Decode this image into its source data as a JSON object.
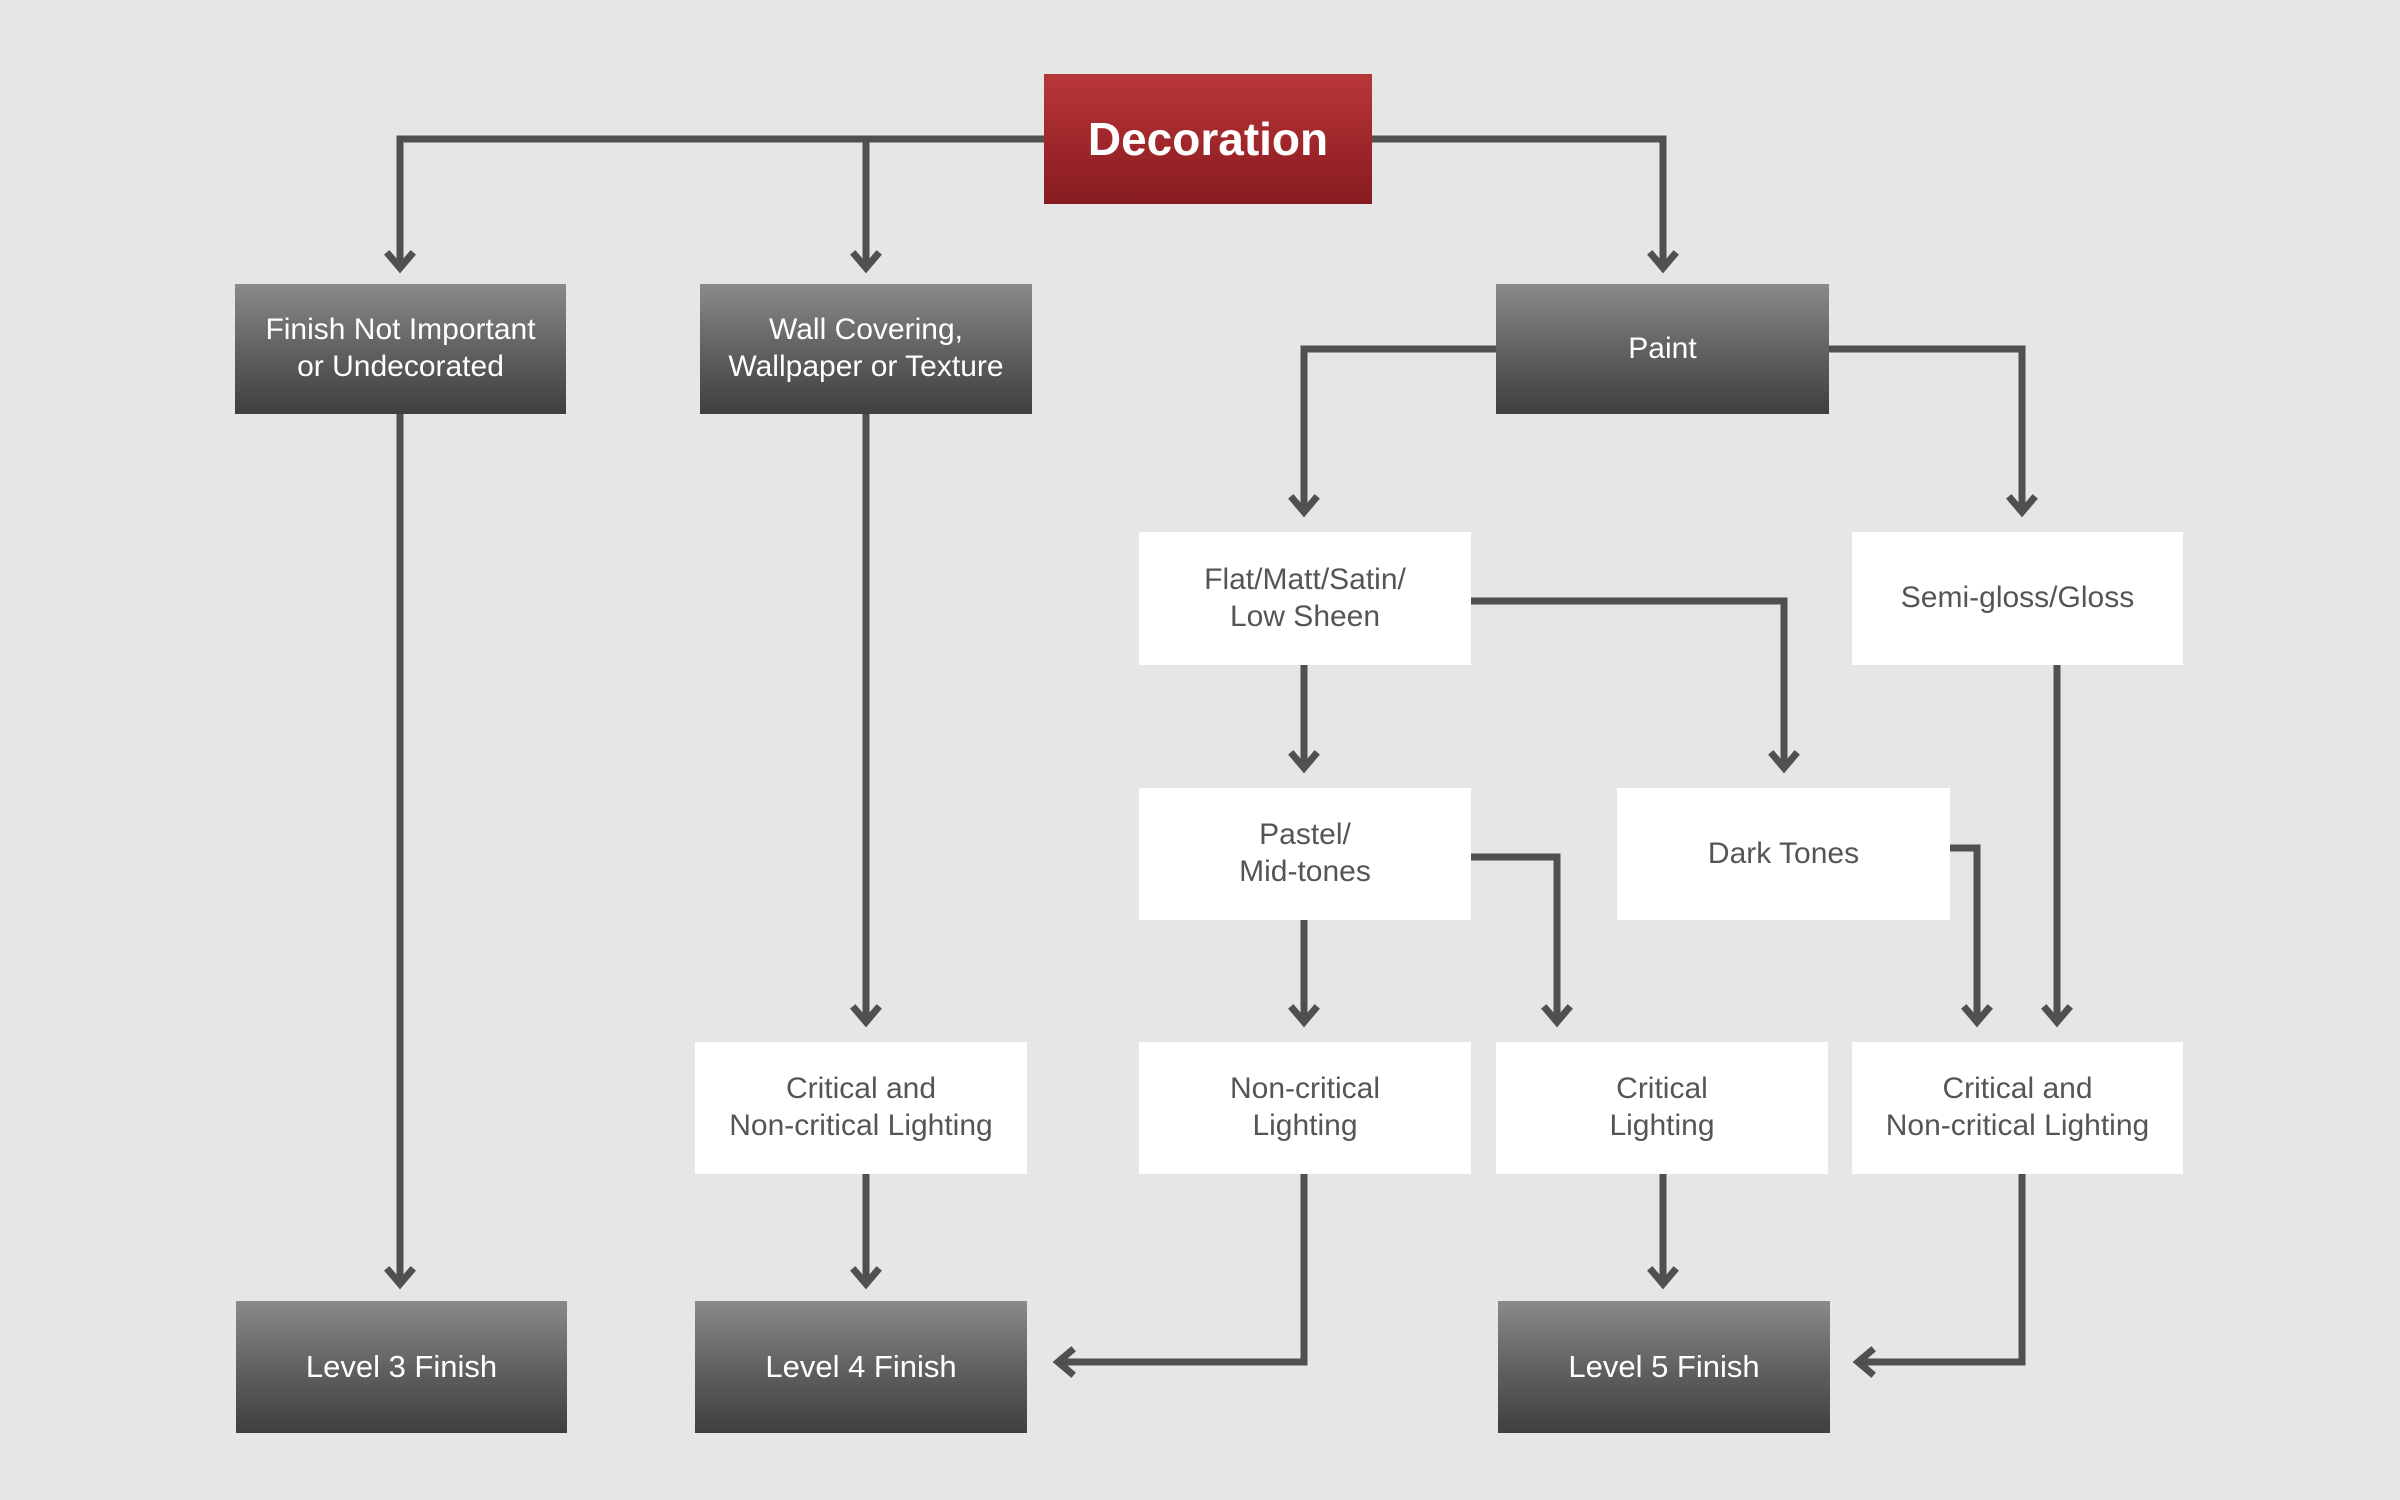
{
  "colors": {
    "background": "#e6e6e6",
    "root_fill": "#9f262a",
    "dark_fill": "#5e5e5e",
    "light_fill": "#ffffff",
    "dark_text": "#ffffff",
    "light_text": "#555555",
    "connector": "#505050"
  },
  "nodes": {
    "decoration": "Decoration",
    "finish_not_important": "Finish Not Important\nor Undecorated",
    "wall_covering": "Wall Covering,\nWallpaper or Texture",
    "paint": "Paint",
    "flat_matt": "Flat/Matt/Satin/\nLow Sheen",
    "semi_gloss": "Semi-gloss/Gloss",
    "pastel": "Pastel/\nMid-tones",
    "dark_tones": "Dark Tones",
    "wall_lighting": "Critical and\nNon-critical Lighting",
    "non_critical": "Non-critical\nLighting",
    "critical": "Critical\nLighting",
    "gloss_lighting": "Critical and\nNon-critical Lighting",
    "level3": "Level 3 Finish",
    "level4": "Level 4 Finish",
    "level5": "Level 5 Finish"
  },
  "connections": [
    {
      "from": "Decoration",
      "to": "Finish Not Important or Undecorated"
    },
    {
      "from": "Decoration",
      "to": "Wall Covering, Wallpaper or Texture"
    },
    {
      "from": "Decoration",
      "to": "Paint"
    },
    {
      "from": "Finish Not Important or Undecorated",
      "to": "Level 3 Finish"
    },
    {
      "from": "Wall Covering, Wallpaper or Texture",
      "to": "Critical and Non-critical Lighting"
    },
    {
      "from": "Critical and Non-critical Lighting",
      "to": "Level 4 Finish"
    },
    {
      "from": "Paint",
      "to": "Flat/Matt/Satin/ Low Sheen"
    },
    {
      "from": "Paint",
      "to": "Semi-gloss/Gloss"
    },
    {
      "from": "Flat/Matt/Satin/ Low Sheen",
      "to": "Pastel/ Mid-tones"
    },
    {
      "from": "Flat/Matt/Satin/ Low Sheen",
      "to": "Dark Tones"
    },
    {
      "from": "Pastel/ Mid-tones",
      "to": "Non-critical Lighting"
    },
    {
      "from": "Pastel/ Mid-tones",
      "to": "Critical Lighting"
    },
    {
      "from": "Dark Tones",
      "to": "Critical and Non-critical Lighting"
    },
    {
      "from": "Semi-gloss/Gloss",
      "to": "Critical and Non-critical Lighting"
    },
    {
      "from": "Non-critical Lighting",
      "to": "Level 4 Finish"
    },
    {
      "from": "Critical Lighting",
      "to": "Level 5 Finish"
    },
    {
      "from": "Critical and Non-critical Lighting",
      "to": "Level 5 Finish"
    }
  ]
}
